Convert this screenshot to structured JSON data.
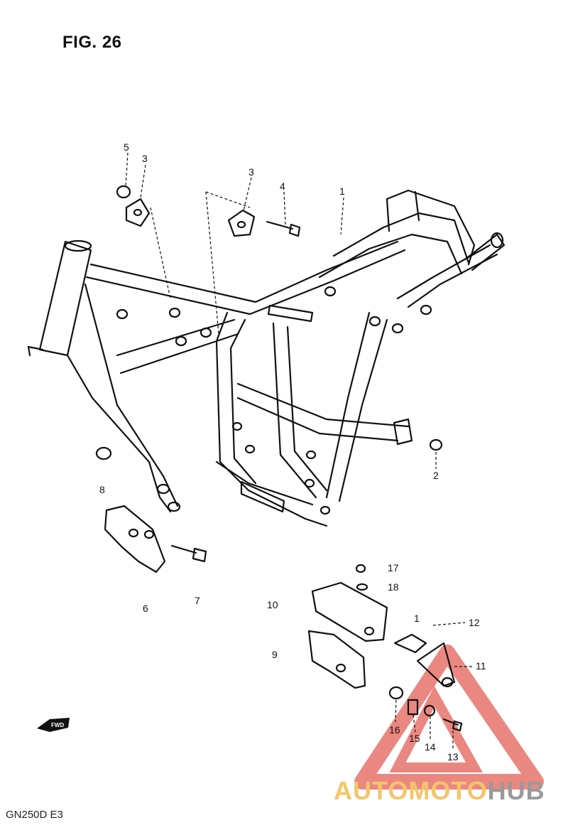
{
  "figure": {
    "title": "FIG. 26",
    "model_code": "GN250D E3"
  },
  "callouts": {
    "c1": "1",
    "c1b": "1",
    "c2": "2",
    "c3a": "3",
    "c3b": "3",
    "c4": "4",
    "c5": "5",
    "c6": "6",
    "c7": "7",
    "c8": "8",
    "c9": "9",
    "c10": "10",
    "c11": "11",
    "c12": "12",
    "c13": "13",
    "c14": "14",
    "c15": "15",
    "c16": "16",
    "c17": "17",
    "c18": "18"
  },
  "fwd_label": "FWD",
  "watermark": {
    "part_a": "AUTOMOTO",
    "part_b": "HUB",
    "color_a": "#f3c56a",
    "color_b": "#9a9a9a",
    "triangle_color": "#e8736c"
  },
  "colors": {
    "line": "#111111",
    "background": "#ffffff"
  }
}
